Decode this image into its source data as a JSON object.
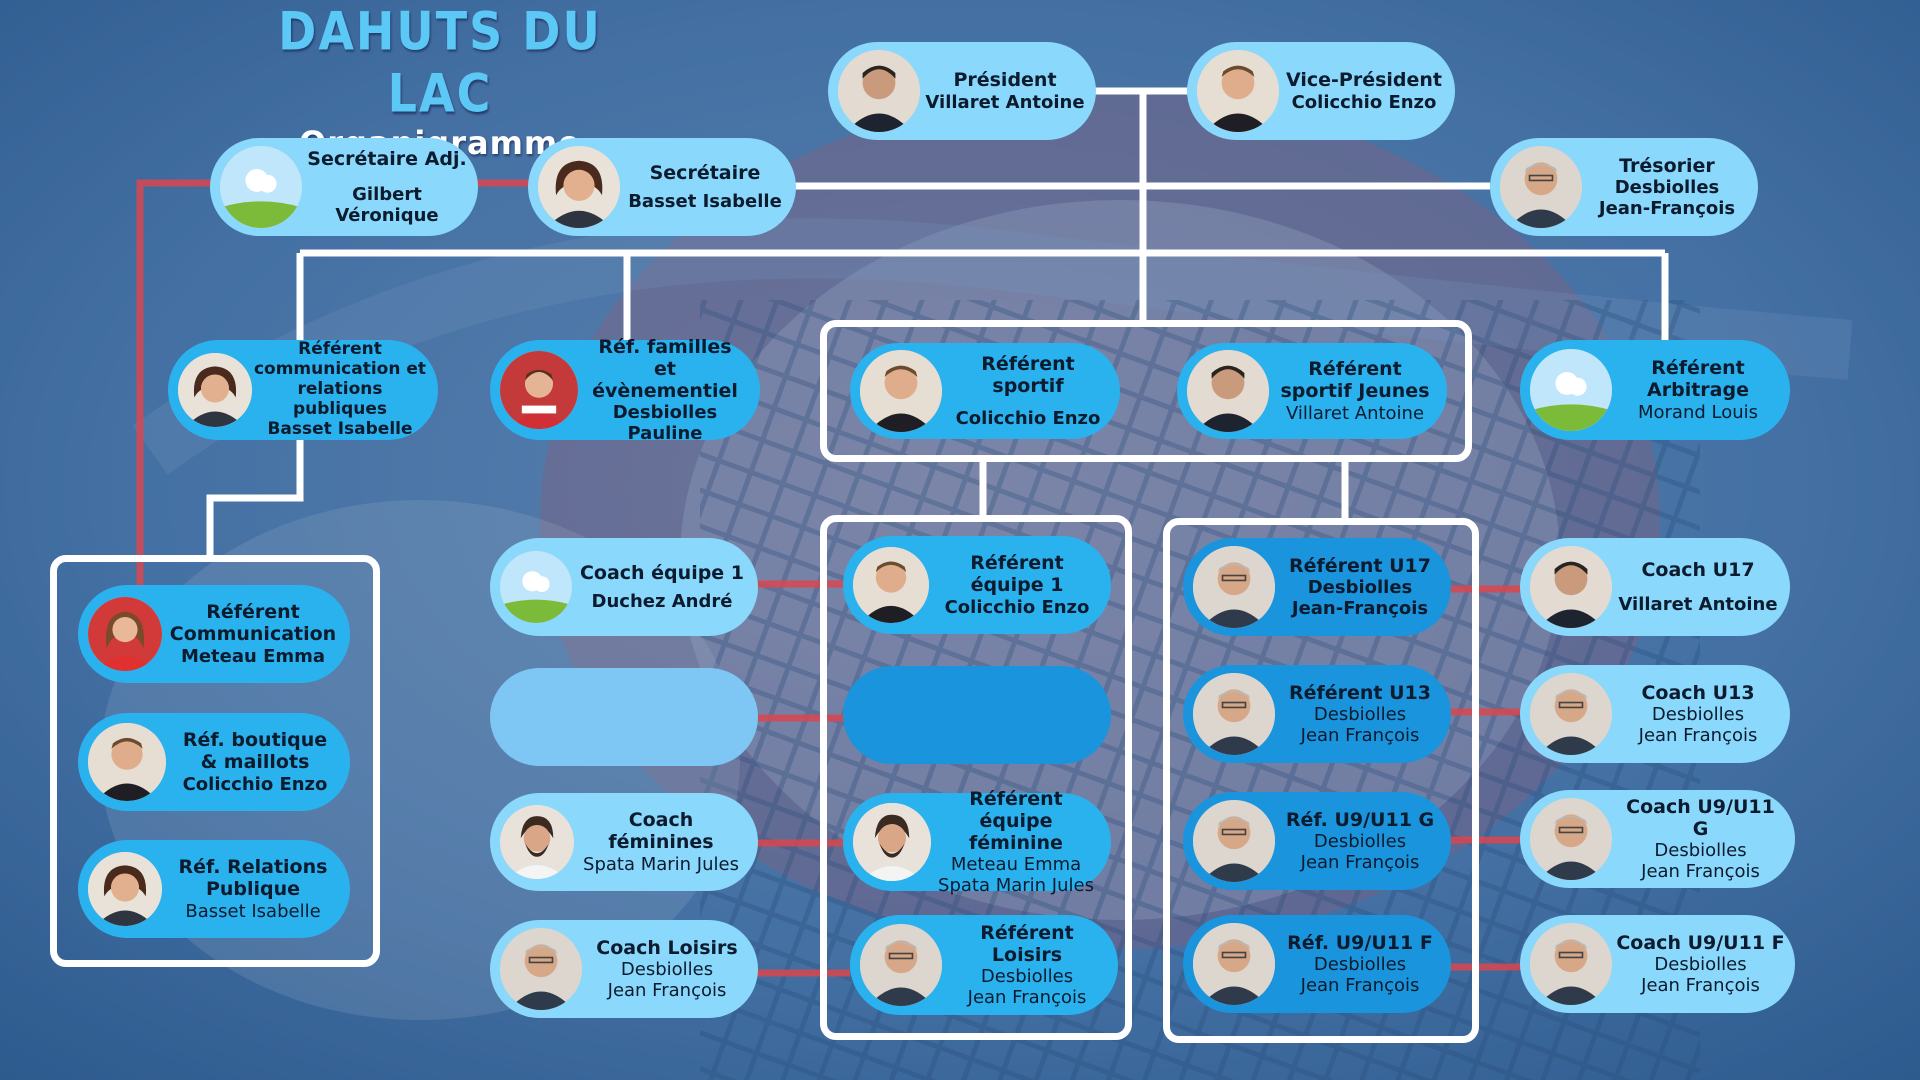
{
  "header": {
    "club": "DAHUTS DU LAC",
    "subtitle": "Organigramme"
  },
  "colors": {
    "background": "#3d6a9e",
    "node_light": "#8ad8fb",
    "node_mid": "#2ab2ef",
    "node_deep": "#1a95dd",
    "connector": "#ffffff",
    "red_link": "#d9474f"
  },
  "nodes": {
    "president": {
      "role": "Président",
      "name": "Villaret  Antoine"
    },
    "vice_president": {
      "role": "Vice-Président",
      "name": "Colicchio Enzo"
    },
    "secretaire_adj": {
      "role": "Secrétaire Adj.",
      "name": "Gilbert Véronique"
    },
    "secretaire": {
      "role": "Secrétaire",
      "name": "Basset Isabelle"
    },
    "tresorier": {
      "role": "Trésorier",
      "name1": "Desbiolles",
      "name2": "Jean-François"
    },
    "ref_communication_rp": {
      "role1": "Référent",
      "role2": "communication et",
      "role3": "relations publiques",
      "name": "Basset Isabelle"
    },
    "ref_familles": {
      "role1": "Réf. familles",
      "role2": "et évènementiel",
      "name": "Desbiolles Pauline"
    },
    "ref_sportif": {
      "role": "Référent sportif",
      "name": "Colicchio Enzo"
    },
    "ref_sportif_jeunes": {
      "role1": "Référent",
      "role2": "sportif Jeunes",
      "name": "Villaret Antoine"
    },
    "ref_arbitrage": {
      "role1": "Référent",
      "role2": "Arbitrage",
      "name": "Morand Louis"
    },
    "ref_communication": {
      "role1": "Référent",
      "role2": "Communication",
      "name": "Meteau Emma"
    },
    "ref_boutique": {
      "role1": "Réf. boutique",
      "role2": "& maillots",
      "name": "Colicchio Enzo"
    },
    "ref_relations": {
      "role1": "Réf. Relations",
      "role2": "Publique",
      "name": "Basset Isabelle"
    },
    "coach_equipe1": {
      "role": "Coach équipe 1",
      "name": "Duchez André"
    },
    "coach_feminines": {
      "role": "Coach féminines",
      "name": "Spata Marin Jules"
    },
    "coach_loisirs": {
      "role": "Coach Loisirs",
      "name1": "Desbiolles",
      "name2": "Jean François"
    },
    "ref_equipe1": {
      "role1": "Référent",
      "role2": "équipe 1",
      "name": "Colicchio Enzo"
    },
    "ref_feminine": {
      "role1": "Référent équipe",
      "role2": "féminine",
      "name1": "Meteau Emma",
      "name2": "Spata Marin Jules"
    },
    "ref_loisirs": {
      "role1": "Référent",
      "role2": "Loisirs",
      "name1": "Desbiolles",
      "name2": "Jean François"
    },
    "ref_u17": {
      "role": "Référent U17",
      "name1": "Desbiolles",
      "name2": "Jean-François"
    },
    "ref_u13": {
      "role": "Référent U13",
      "name1": "Desbiolles",
      "name2": "Jean François"
    },
    "ref_u911g": {
      "role": "Réf. U9/U11 G",
      "name1": "Desbiolles",
      "name2": "Jean François"
    },
    "ref_u911f": {
      "role": "Réf. U9/U11 F",
      "name1": "Desbiolles",
      "name2": "Jean François"
    },
    "coach_u17": {
      "role": "Coach U17",
      "name": "Villaret  Antoine"
    },
    "coach_u13": {
      "role": "Coach U13",
      "name1": "Desbiolles",
      "name2": "Jean François"
    },
    "coach_u911g": {
      "role": "Coach U9/U11 G",
      "name1": "Desbiolles",
      "name2": "Jean François"
    },
    "coach_u911f": {
      "role": "Coach U9/U11  F",
      "name1": "Desbiolles",
      "name2": "Jean François"
    }
  }
}
